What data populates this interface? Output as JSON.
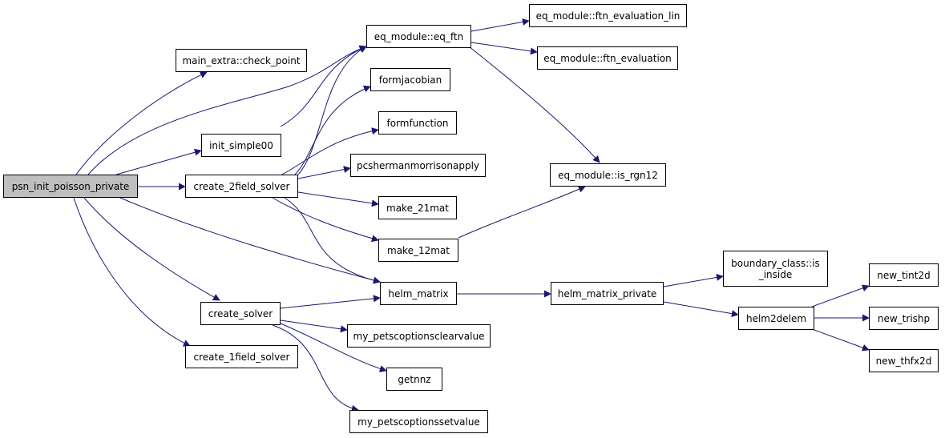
{
  "colors": {
    "edge": "#191970",
    "border": "#000000",
    "root_fill": "#bfbfbf",
    "node_fill": "#ffffff"
  },
  "nodes": {
    "psn_init_poisson_private": "psn_init_poisson_private",
    "main_extra_check_point": "main_extra::check_point",
    "init_simple00": "init_simple00",
    "create_2field_solver": "create_2field_solver",
    "create_solver": "create_solver",
    "create_1field_solver": "create_1field_solver",
    "eq_ftn": "eq_module::eq_ftn",
    "formjacobian": "formjacobian",
    "formfunction": "formfunction",
    "pcshermanmorrisonapply": "pcshermanmorrisonapply",
    "make_21mat": "make_21mat",
    "make_12mat": "make_12mat",
    "helm_matrix": "helm_matrix",
    "my_petscoptionsclearvalue": "my_petscoptionsclearvalue",
    "getnnz": "getnnz",
    "my_petscoptionssetvalue": "my_petscoptionssetvalue",
    "ftn_evaluation_lin": "eq_module::ftn_evaluation_lin",
    "ftn_evaluation": "eq_module::ftn_evaluation",
    "is_rgn12": "eq_module::is_rgn12",
    "helm_matrix_private": "helm_matrix_private",
    "boundary_class_is_inside": "boundary_class::is\n_inside",
    "helm2delem": "helm2delem",
    "new_tint2d": "new_tint2d",
    "new_trishp": "new_trishp",
    "new_thfx2d": "new_thfx2d"
  }
}
